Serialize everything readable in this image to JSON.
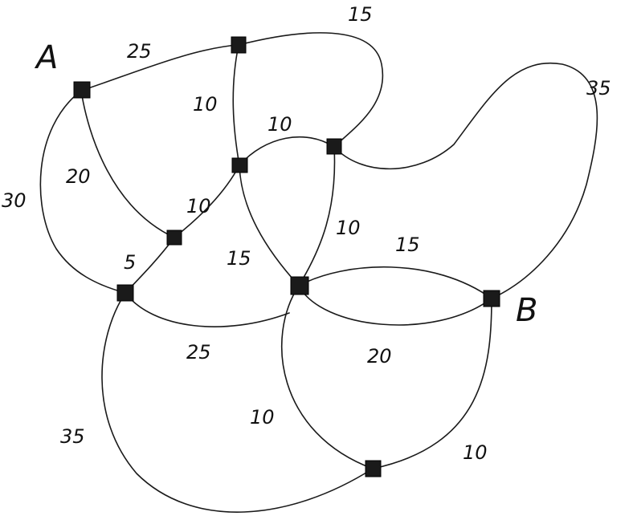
{
  "graph": {
    "node_labels": {
      "A": "A",
      "B": "B"
    },
    "nodes": [
      {
        "id": "A",
        "label": "A"
      },
      {
        "id": "T"
      },
      {
        "id": "C"
      },
      {
        "id": "R"
      },
      {
        "id": "J"
      },
      {
        "id": "L"
      },
      {
        "id": "M"
      },
      {
        "id": "B",
        "label": "B"
      },
      {
        "id": "D"
      }
    ],
    "edges": [
      {
        "from": "A",
        "to": "T",
        "weight": "25"
      },
      {
        "from": "T",
        "to": "R",
        "weight": "15"
      },
      {
        "from": "T",
        "to": "C",
        "weight": "10"
      },
      {
        "from": "C",
        "to": "R",
        "weight": "10"
      },
      {
        "from": "R",
        "to": "B",
        "weight": "35"
      },
      {
        "from": "A",
        "to": "J",
        "weight": "20"
      },
      {
        "from": "A",
        "to": "L",
        "weight": "30"
      },
      {
        "from": "C",
        "to": "J",
        "weight": "10"
      },
      {
        "from": "C",
        "to": "M",
        "weight": "15"
      },
      {
        "from": "R",
        "to": "M",
        "weight": "10"
      },
      {
        "from": "J",
        "to": "L",
        "weight": "5"
      },
      {
        "from": "L",
        "to": "M",
        "weight": "25"
      },
      {
        "from": "M",
        "to": "B",
        "weight": "15"
      },
      {
        "from": "M",
        "to": "B",
        "weight": "20"
      },
      {
        "from": "L",
        "to": "D",
        "weight": "35"
      },
      {
        "from": "M",
        "to": "D",
        "weight": "10"
      },
      {
        "from": "B",
        "to": "D",
        "weight": "10"
      }
    ]
  }
}
